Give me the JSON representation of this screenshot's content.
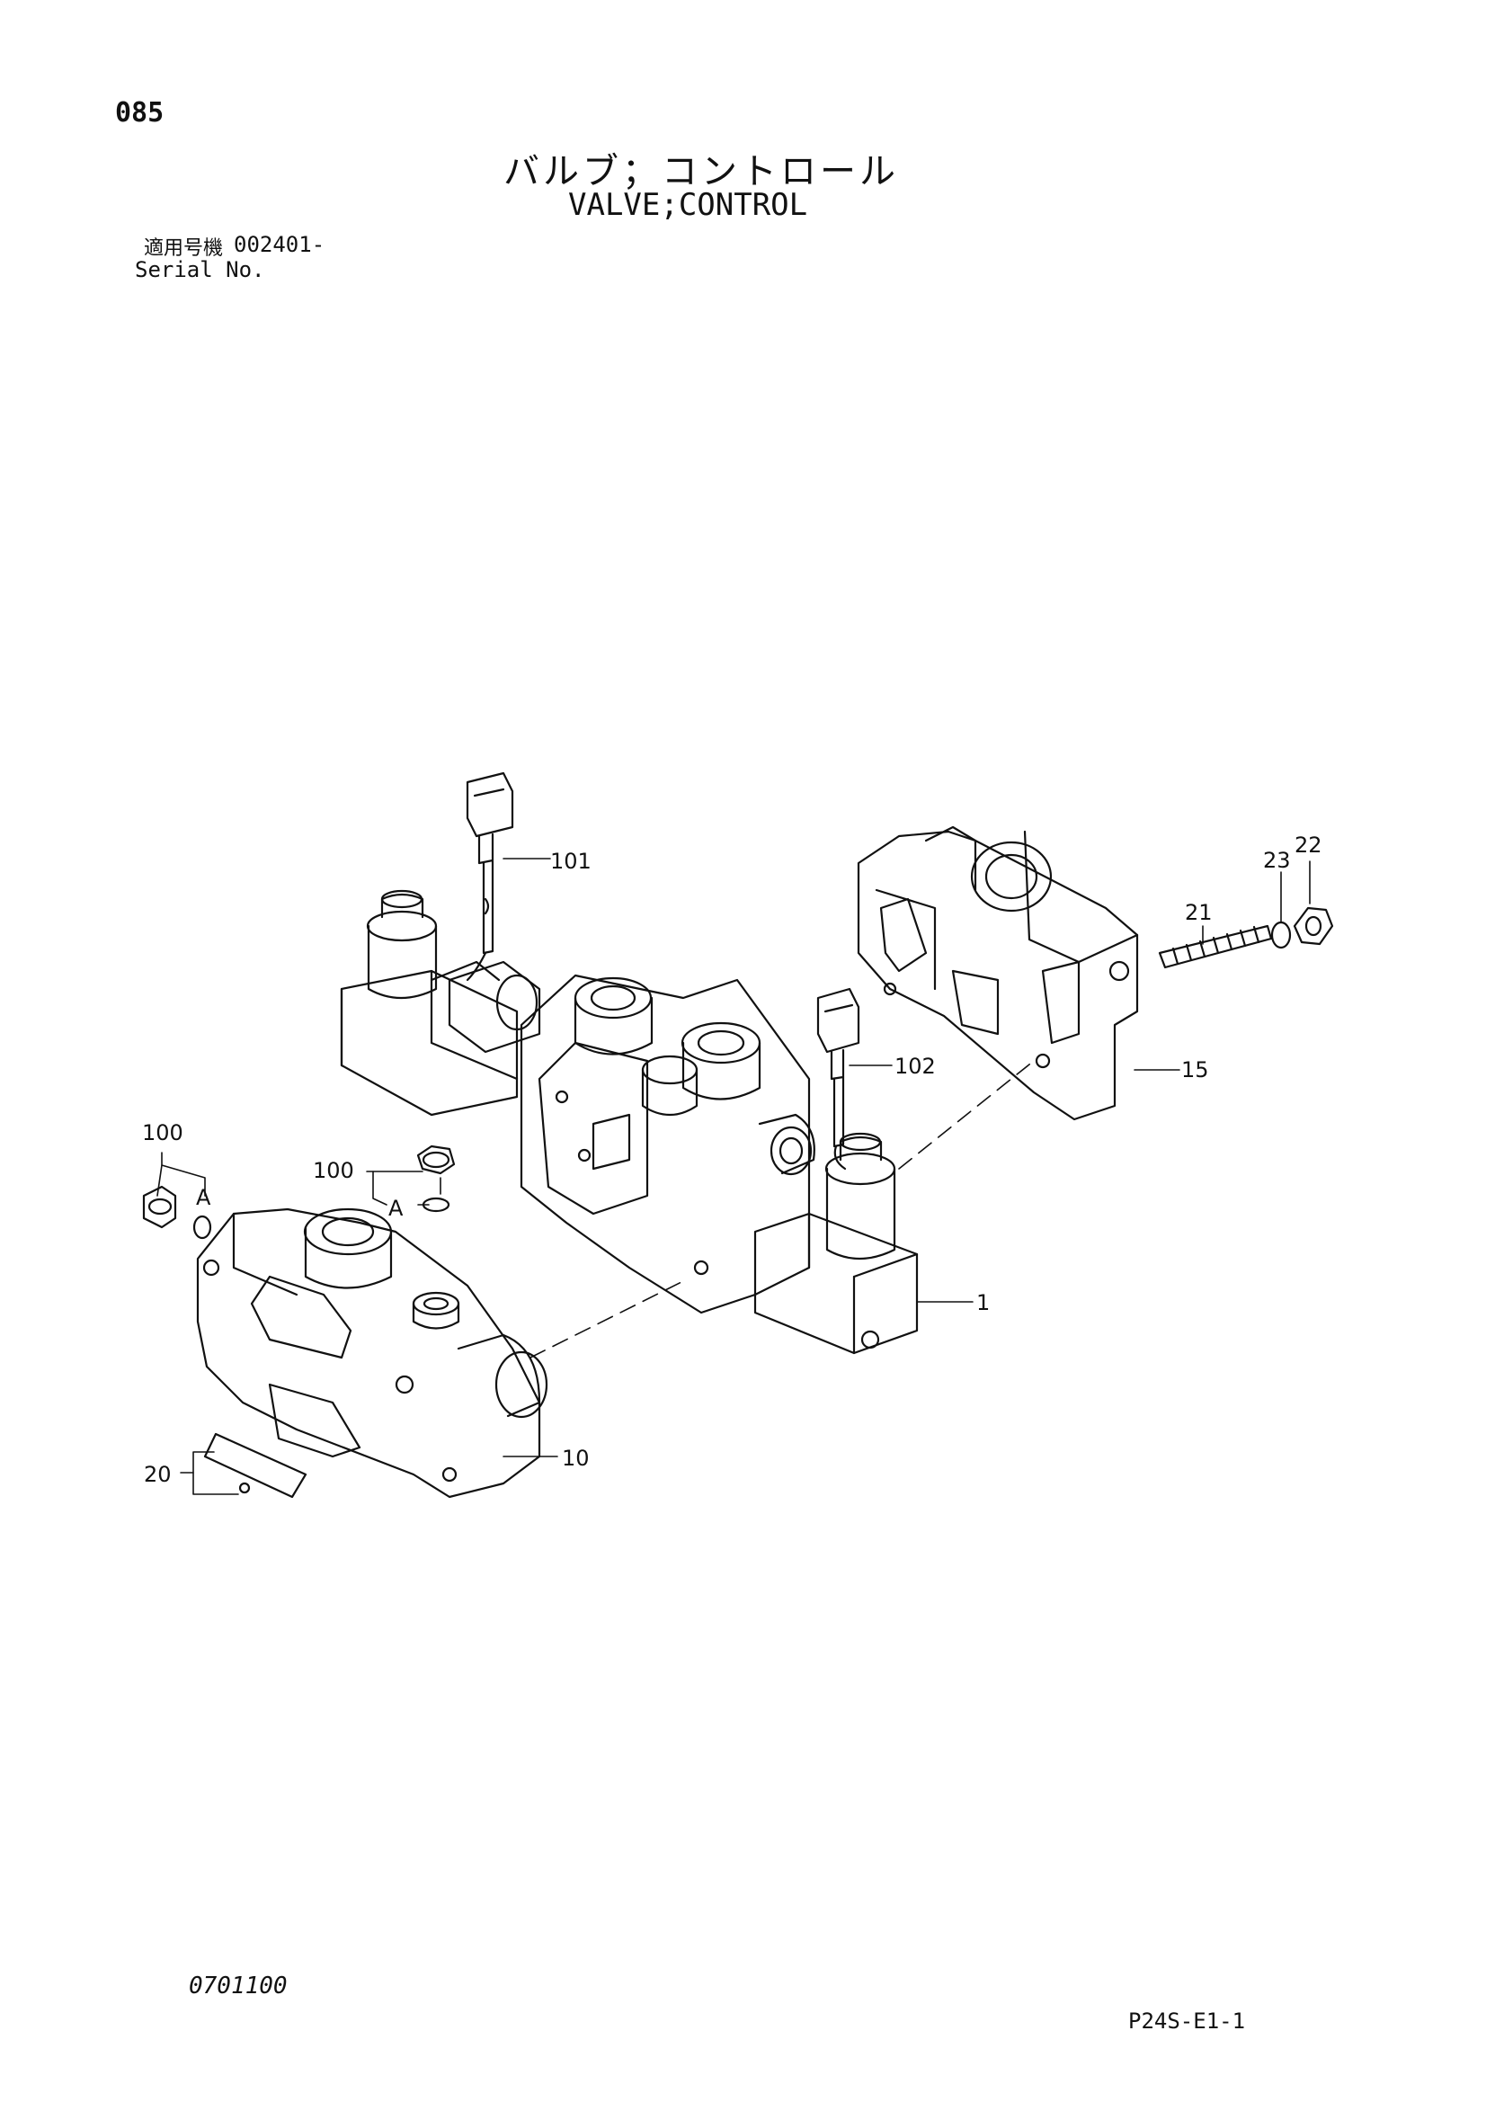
{
  "header": {
    "page_number": "085",
    "title_jp": "バルブ；コントロール",
    "title_en": "VALVE;CONTROL",
    "serial_label_jp": "適用号機",
    "serial_value": "002401-",
    "serial_label_en": "Serial No."
  },
  "diagram": {
    "callouts": [
      {
        "id": "part-1",
        "label": "1"
      },
      {
        "id": "part-10",
        "label": "10"
      },
      {
        "id": "part-15",
        "label": "15"
      },
      {
        "id": "part-20",
        "label": "20"
      },
      {
        "id": "part-21",
        "label": "21"
      },
      {
        "id": "part-22",
        "label": "22"
      },
      {
        "id": "part-23",
        "label": "23"
      },
      {
        "id": "part-100-left",
        "label": "100"
      },
      {
        "id": "part-100-mid",
        "label": "100"
      },
      {
        "id": "part-101",
        "label": "101"
      },
      {
        "id": "part-102",
        "label": "102"
      },
      {
        "id": "ref-a-left",
        "label": "A"
      },
      {
        "id": "ref-a-mid",
        "label": "A"
      }
    ]
  },
  "footer": {
    "code": "0701100",
    "page_ref": "P24S-E1-1"
  }
}
